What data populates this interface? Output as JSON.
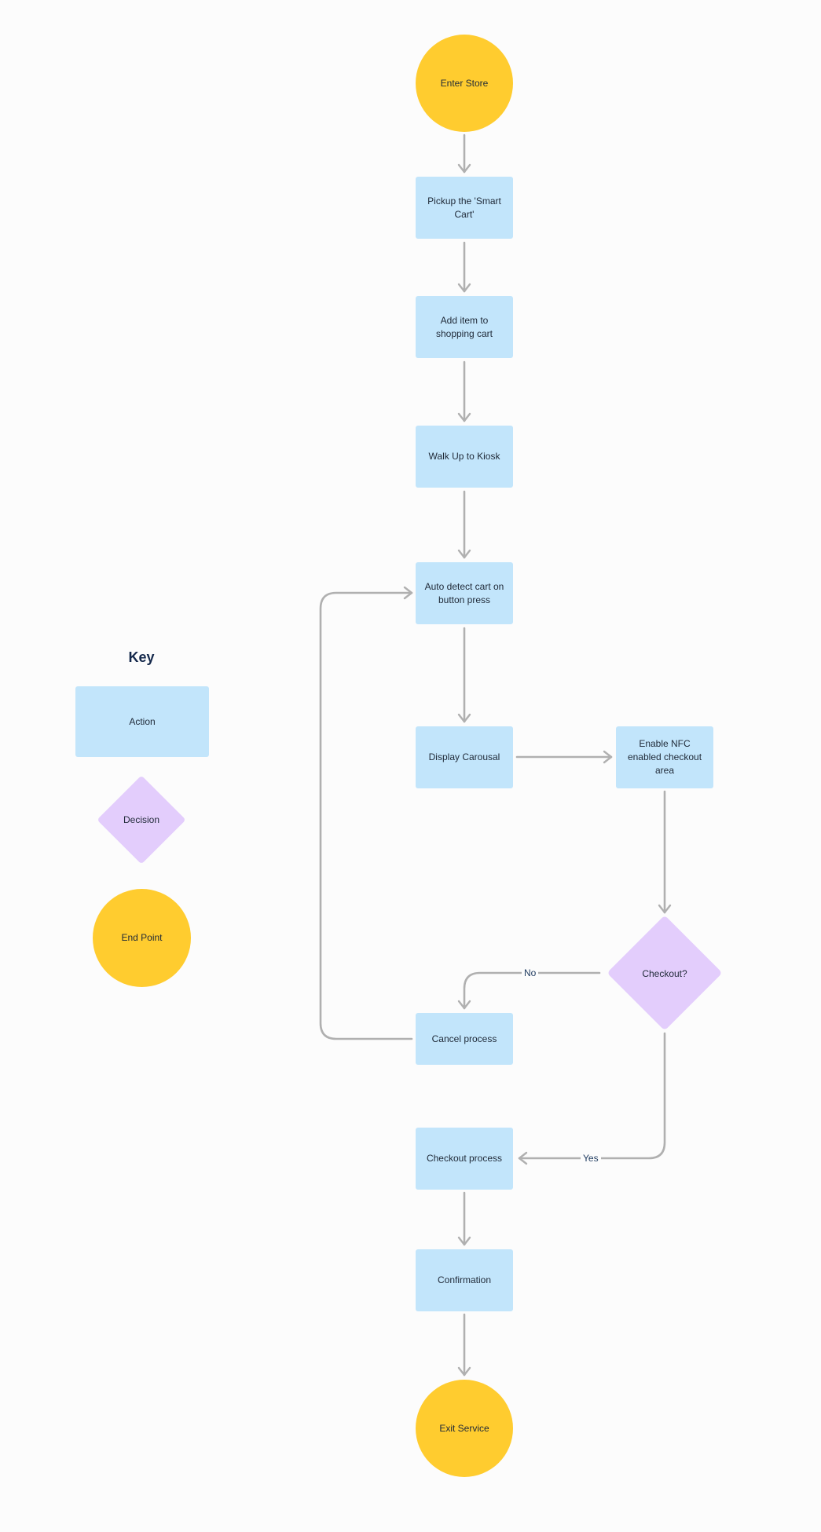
{
  "key": {
    "title": "Key",
    "action": "Action",
    "decision": "Decision",
    "end_point": "End Point"
  },
  "nodes": {
    "enter_store": "Enter Store",
    "pickup_cart": "Pickup the 'Smart Cart'",
    "add_item": "Add item to shopping cart",
    "walk_up": "Walk Up to Kiosk",
    "auto_detect": "Auto detect cart on button press",
    "display_carousal": "Display Carousal",
    "enable_nfc": "Enable NFC enabled checkout area",
    "checkout_decision": "Checkout?",
    "cancel_process": "Cancel process",
    "checkout_process": "Checkout process",
    "confirmation": "Confirmation",
    "exit_service": "Exit Service"
  },
  "edges": {
    "no_label": "No",
    "yes_label": "Yes"
  },
  "colors": {
    "action": "#c2e5fb",
    "decision": "#e3cdfc",
    "end_point": "#ffcc2f",
    "connector": "#b0b0b0"
  }
}
